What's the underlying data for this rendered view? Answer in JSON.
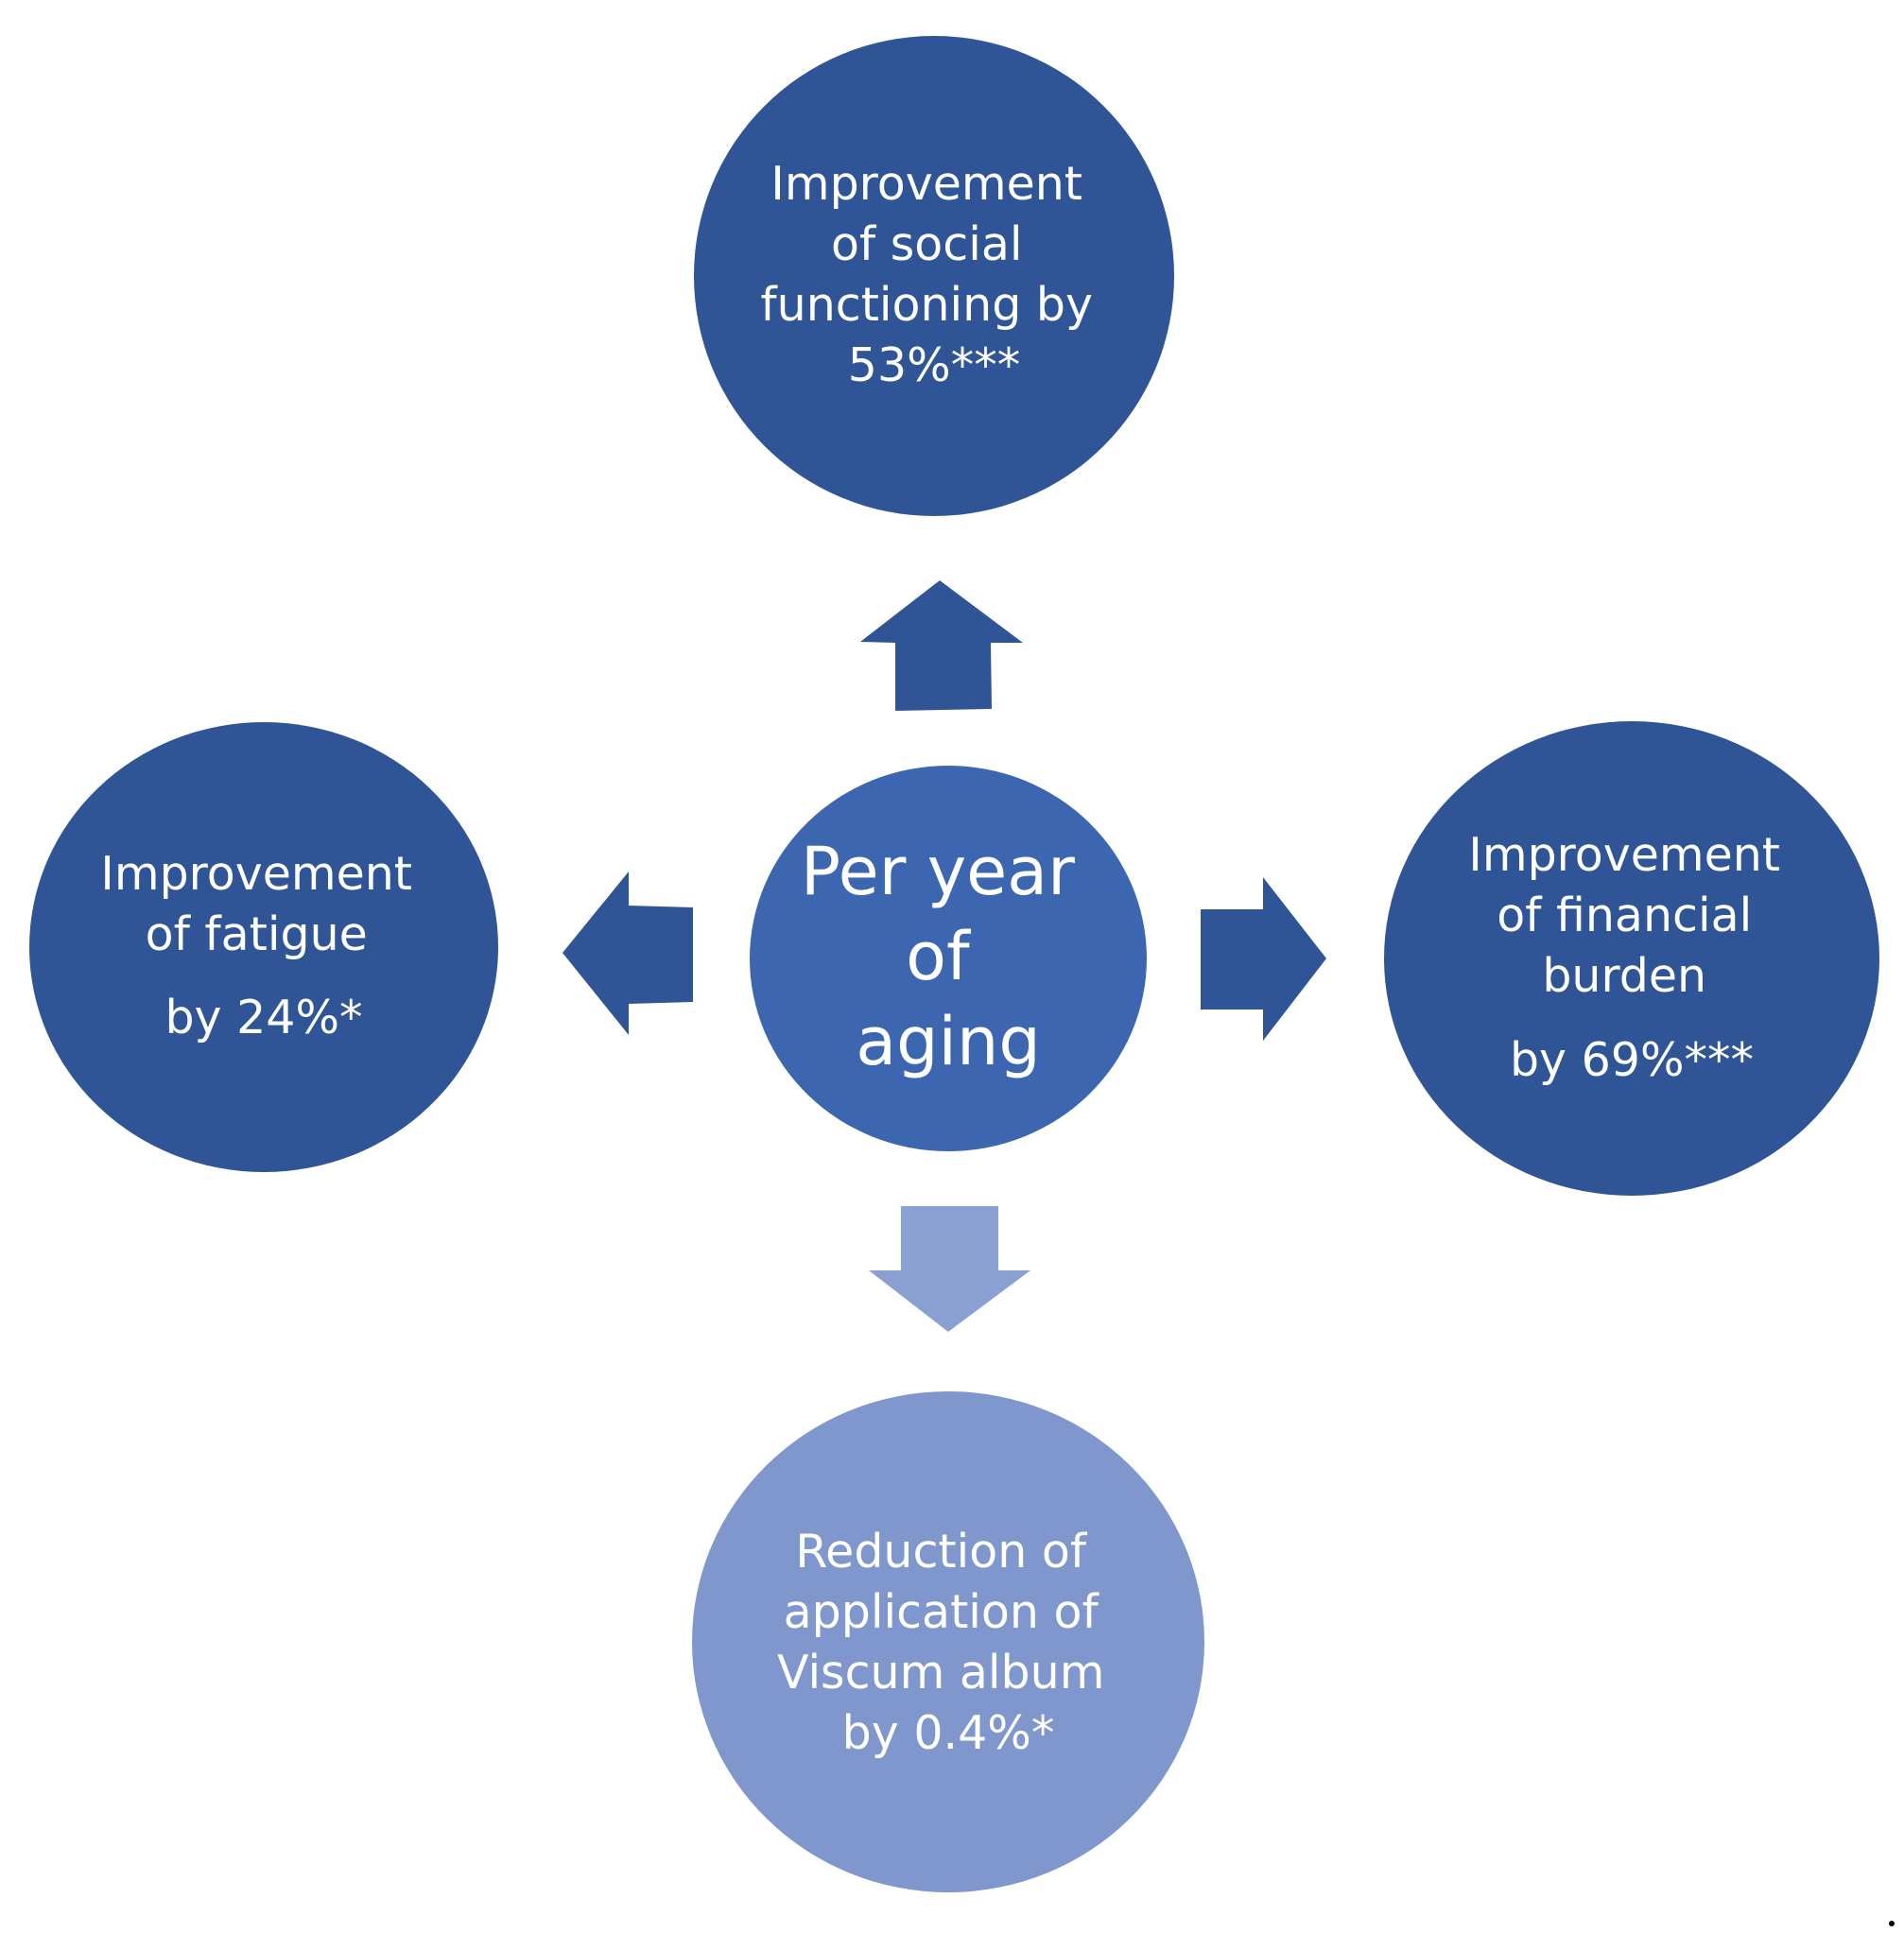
{
  "center": {
    "lines": [
      "Per year",
      "of",
      "aging"
    ]
  },
  "nodes": {
    "top": {
      "lines": [
        "Improvement",
        "of social",
        "functioning by",
        "53%***"
      ]
    },
    "left": {
      "lines": [
        "Improvement",
        "of fatigue",
        "by 24%*"
      ]
    },
    "right": {
      "lines": [
        "Improvement",
        "of financial",
        "burden",
        "by 69%***"
      ]
    },
    "bottom": {
      "lines": [
        "Reduction of",
        "application of",
        "Viscum album",
        "by 0.4%*"
      ]
    }
  },
  "colors": {
    "dark_node": "#2f5597",
    "center_node": "#3c67b0",
    "light_node": "#7f97cd",
    "dark_arrow": "#2f5597",
    "light_arrow": "#8aa0d2",
    "text": "#ffffff"
  }
}
